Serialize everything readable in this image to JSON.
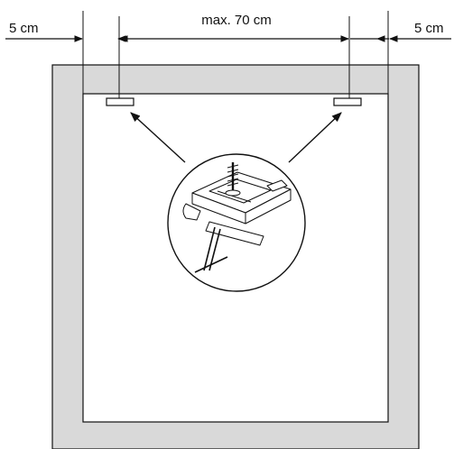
{
  "labels": {
    "left_offset": "5 cm",
    "max_spacing": "max. 70 cm",
    "right_offset": "5 cm"
  },
  "colors": {
    "frame": "#d9d9d9",
    "stroke": "#111111",
    "background": "#ffffff"
  },
  "parts": {
    "left_bracket": "mounting-bracket",
    "right_bracket": "mounting-bracket",
    "detail": "bracket-detail-magnifier"
  }
}
